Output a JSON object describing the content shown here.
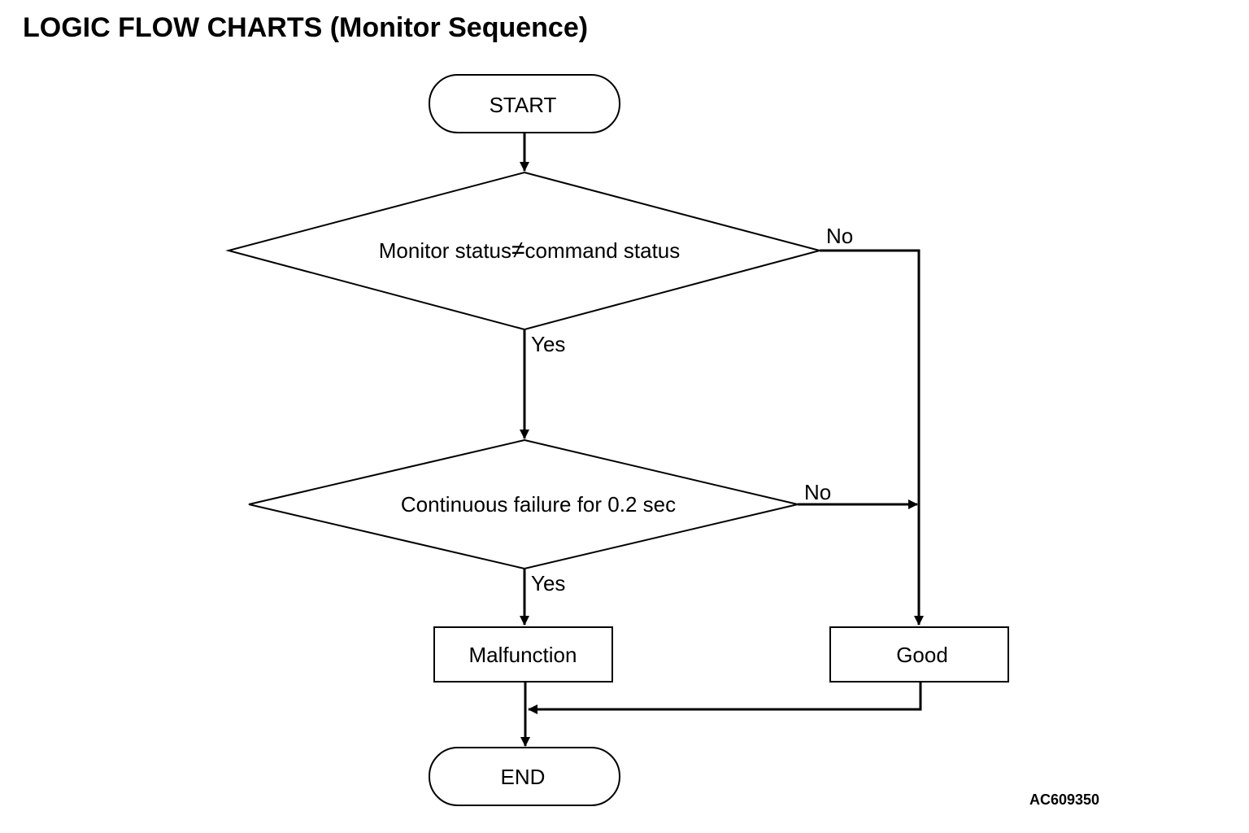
{
  "title": "LOGIC FLOW CHARTS (Monitor Sequence)",
  "figure_id": "AC609350",
  "nodes": {
    "start": "START",
    "decision1_left": "Monitor status",
    "decision1_symbol": "≠",
    "decision1_right": "command status",
    "decision2": "Continuous failure for 0.2 sec",
    "malfunction": "Malfunction",
    "good": "Good",
    "end": "END"
  },
  "branches": {
    "d1_yes": "Yes",
    "d1_no": "No",
    "d2_yes": "Yes",
    "d2_no": "No"
  }
}
